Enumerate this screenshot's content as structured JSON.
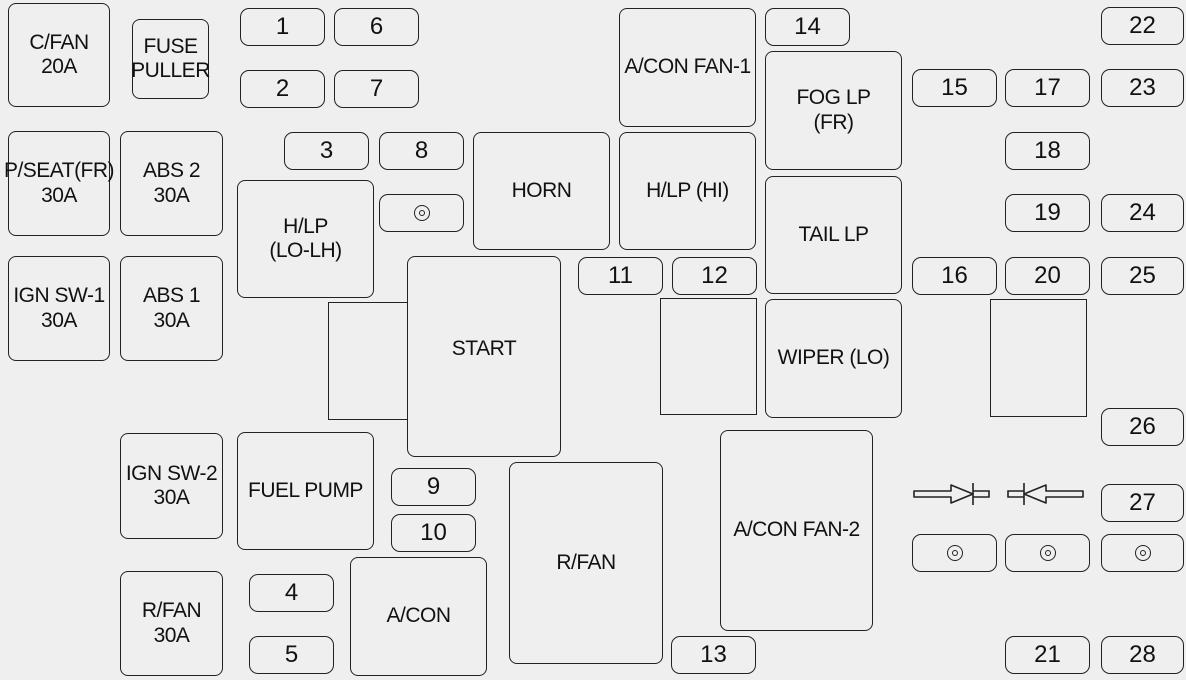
{
  "fuses": {
    "cfan": "C/FAN\n20A",
    "fuse_puller": "FUSE\nPULLER",
    "pseat_fr": "P/SEAT(FR)\n30A",
    "abs2": "ABS 2\n30A",
    "ign_sw1": "IGN SW-1\n30A",
    "abs1": "ABS 1\n30A",
    "ign_sw2": "IGN SW-2\n30A",
    "r_fan_30a": "R/FAN\n30A"
  },
  "relays": {
    "acon_fan1": "A/CON FAN-1",
    "fog_lp_fr": "FOG LP\n(FR)",
    "horn": "HORN",
    "hlp_hi": "H/LP (HI)",
    "tail_lp": "TAIL LP",
    "hlp_lo_lh": "H/LP\n(LO-LH)",
    "start": "START",
    "wiper_lo": "WIPER (LO)",
    "fuel_pump": "FUEL PUMP",
    "r_fan": "R/FAN",
    "acon_fan2": "A/CON FAN-2",
    "acon": "A/CON"
  },
  "slots": {
    "s1": "1",
    "s2": "2",
    "s3": "3",
    "s4": "4",
    "s5": "5",
    "s6": "6",
    "s7": "7",
    "s8": "8",
    "s9": "9",
    "s10": "10",
    "s11": "11",
    "s12": "12",
    "s13": "13",
    "s14": "14",
    "s15": "15",
    "s16": "16",
    "s17": "17",
    "s18": "18",
    "s19": "19",
    "s20": "20",
    "s21": "21",
    "s22": "22",
    "s23": "23",
    "s24": "24",
    "s25": "25",
    "s26": "26",
    "s27": "27",
    "s28": "28"
  },
  "icons": {
    "ring": "bolt-terminal-icon",
    "diode": "diode-icon"
  }
}
